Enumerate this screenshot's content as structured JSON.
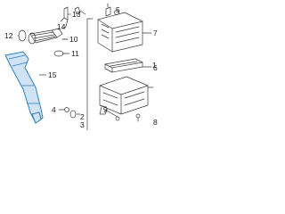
{
  "diagram": {
    "colors": {
      "ink": "#3a3a3a",
      "highlight": "#2f7fc1",
      "highlight_fill": "#cfe3f4"
    },
    "callouts": [
      {
        "id": "c1",
        "text": "1"
      },
      {
        "id": "c2",
        "text": "2"
      },
      {
        "id": "c3",
        "text": "3"
      },
      {
        "id": "c4",
        "text": "4"
      },
      {
        "id": "c5",
        "text": "5"
      },
      {
        "id": "c6",
        "text": "6"
      },
      {
        "id": "c7",
        "text": "7"
      },
      {
        "id": "c8",
        "text": "8"
      },
      {
        "id": "c9",
        "text": "9"
      },
      {
        "id": "c10",
        "text": "10"
      },
      {
        "id": "c11",
        "text": "11"
      },
      {
        "id": "c12",
        "text": "12"
      },
      {
        "id": "c13",
        "text": "13"
      },
      {
        "id": "c14",
        "text": "14"
      },
      {
        "id": "c15",
        "text": "15"
      }
    ]
  }
}
